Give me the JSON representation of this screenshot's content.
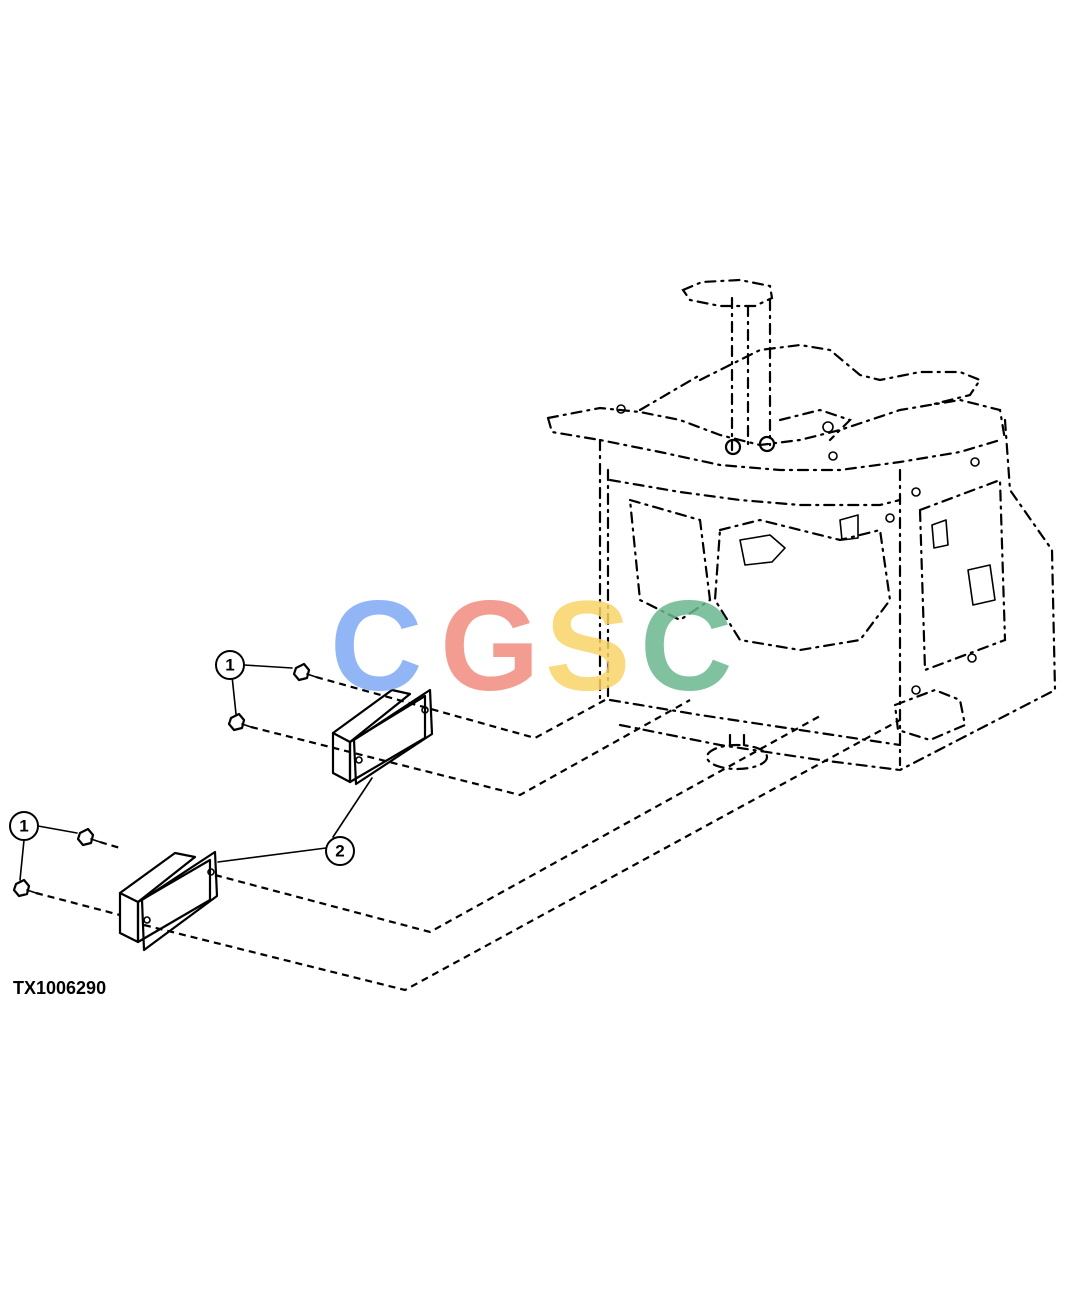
{
  "figure_id": "TX1006290",
  "callouts": {
    "bolt_callout": "1",
    "panel_callout": "2"
  },
  "watermark": {
    "letters": [
      "C",
      "G",
      "S",
      "C"
    ],
    "colors": [
      "#7FA9F5",
      "#F28C80",
      "#F8D468",
      "#6AB890"
    ]
  }
}
